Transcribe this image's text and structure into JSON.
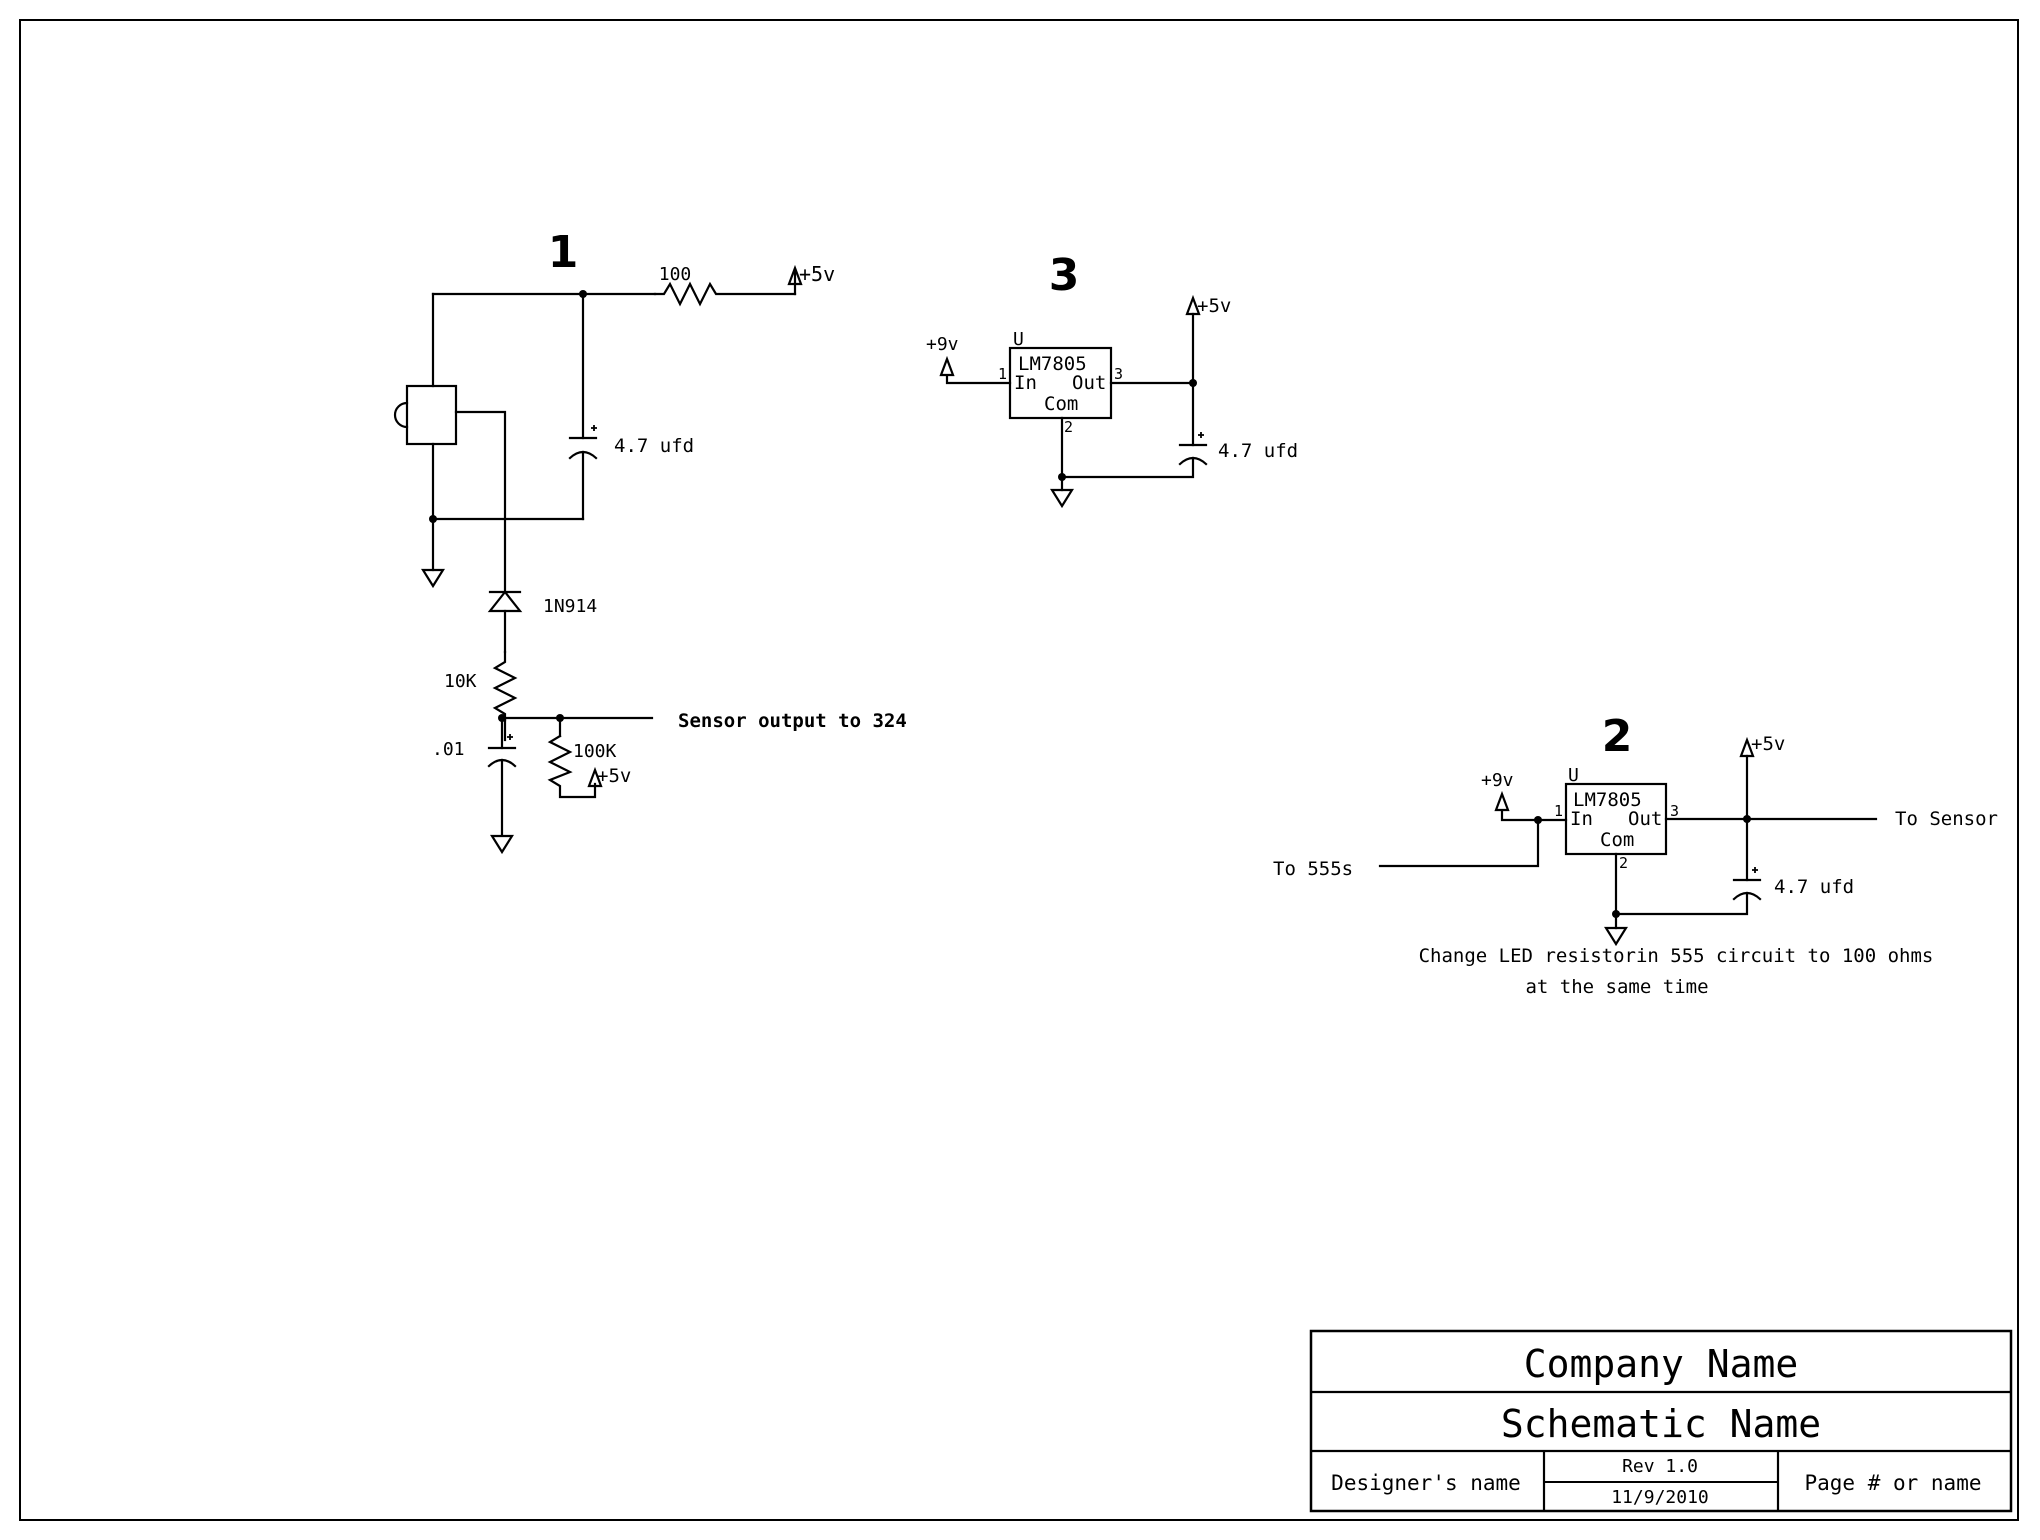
{
  "section_numbers": {
    "s1": "1",
    "s2": "2",
    "s3": "3"
  },
  "circuit1": {
    "resistor_top": "100",
    "supply_top": "+5v",
    "capacitor": "4.7 ufd",
    "diode": "1N914",
    "resistor_10k": "10K",
    "capacitor_small": ".01",
    "resistor_100k": "100K",
    "supply_bottom": "+5v",
    "output_label": "Sensor output to 324"
  },
  "circuit3": {
    "supply_in": "+9v",
    "supply_out": "+5v",
    "ref": "U",
    "ic_name": "LM7805",
    "pin_in_label": "In",
    "pin_out_label": "Out",
    "pin_com_label": "Com",
    "pin1": "1",
    "pin2": "2",
    "pin3": "3",
    "capacitor": "4.7 ufd"
  },
  "circuit2": {
    "supply_in": "+9v",
    "supply_out": "+5v",
    "ref": "U",
    "ic_name": "LM7805",
    "pin_in_label": "In",
    "pin_out_label": "Out",
    "pin_com_label": "Com",
    "pin1": "1",
    "pin2": "2",
    "pin3": "3",
    "capacitor": "4.7 ufd",
    "to_sensor": "To Sensor",
    "to_555s": "To 555s",
    "note_line1": "Change LED resistorin 555 circuit to 100 ohms",
    "note_line2": "at the same time"
  },
  "title_block": {
    "company": "Company Name",
    "schematic": "Schematic Name",
    "designer": "Designer's name",
    "rev": "Rev 1.0",
    "date": "11/9/2010",
    "page": "Page # or name"
  }
}
